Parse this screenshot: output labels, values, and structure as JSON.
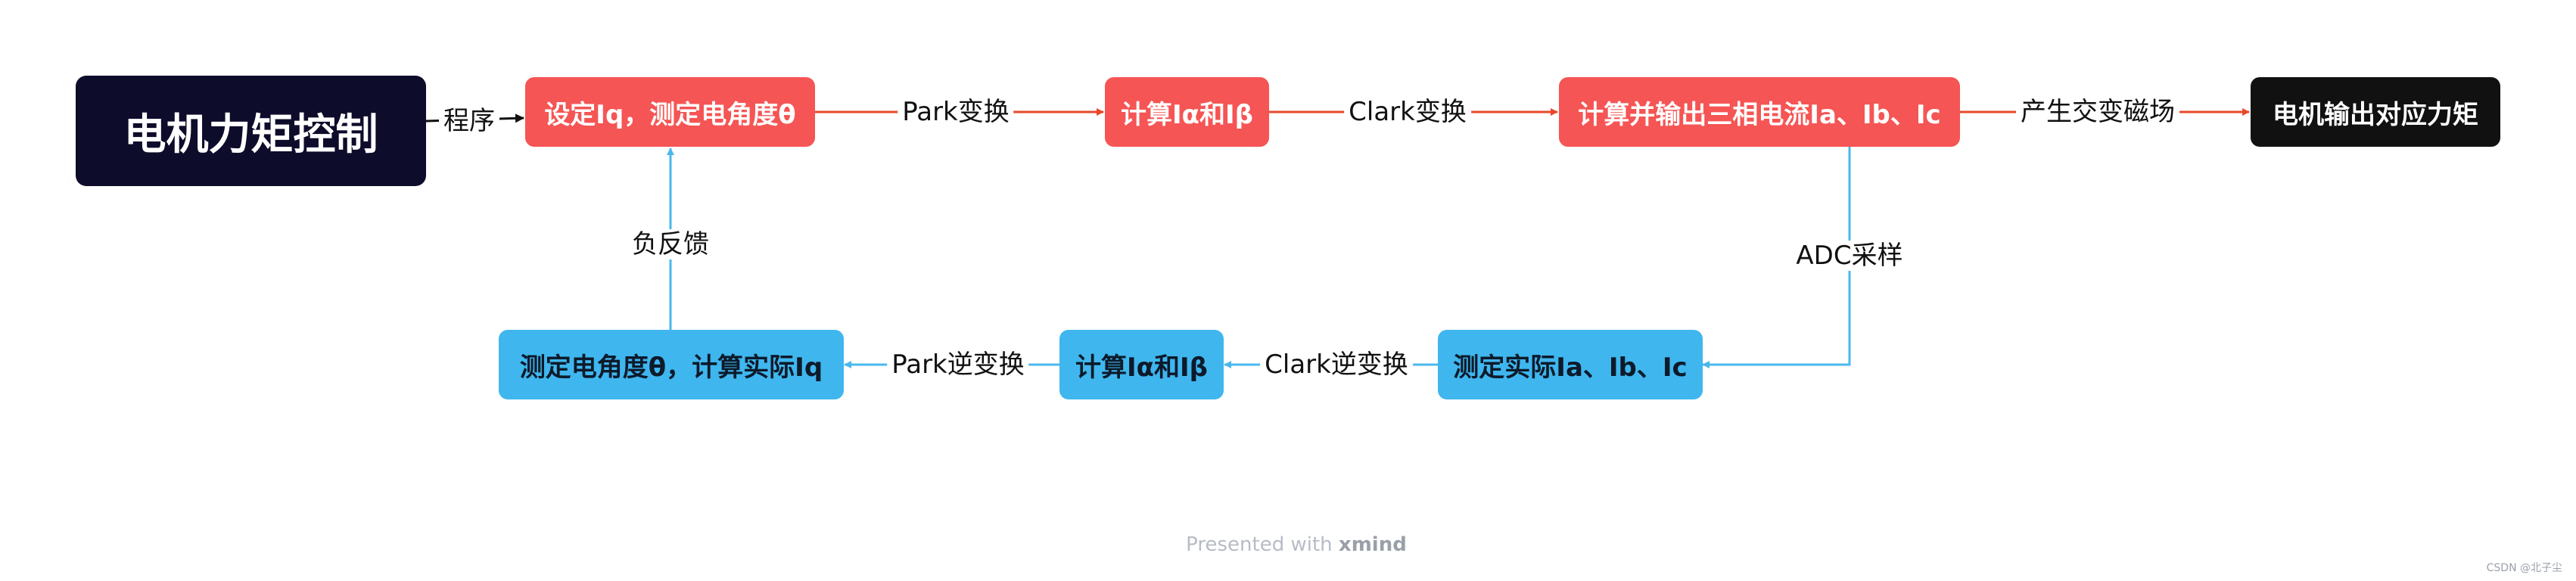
{
  "colors": {
    "red_node": "#f55554",
    "blue_node": "#3fb6ee",
    "root_node": "#0e0c2b",
    "output_node": "#111111",
    "red_line": "#e8482a",
    "blue_line": "#4ab8ec",
    "dark_line": "#111111"
  },
  "nodes": {
    "root": "电机力矩控制",
    "set_iq": "设定Iq，测定电角度θ",
    "calc_ia_ib_top": "计算Iα和Iβ",
    "calc_output_three_phase": "计算并输出三相电流Ia、Ib、Ic",
    "motor_output": "电机输出对应力矩",
    "measure_actual": "测定实际Ia、Ib、Ic",
    "calc_ia_ib_bottom": "计算Iα和Iβ",
    "measure_angle_calc_iq": "测定电角度θ，计算实际Iq"
  },
  "edges": {
    "program": "程序",
    "park": "Park变换",
    "clark": "Clark变换",
    "magnetic": "产生交变磁场",
    "adc": "ADC采样",
    "clark_inverse": "Clark逆变换",
    "park_inverse": "Park逆变换",
    "feedback": "负反馈"
  },
  "footer": {
    "presented_with": "Presented with",
    "brand": "xmind",
    "watermark": "CSDN @北子尘"
  }
}
